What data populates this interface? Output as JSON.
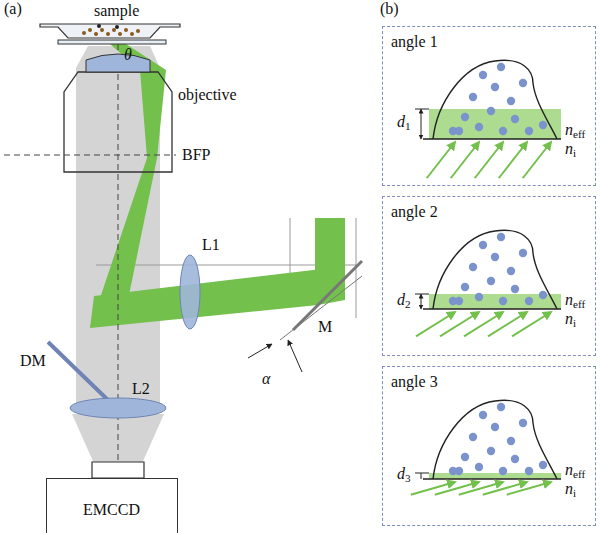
{
  "diagram": {
    "nodes": [
      {
        "text": [
          "EMCCD"
        ]
      },
      {
        "text": [
          "angle 1",
          "d1",
          "neff",
          "ni"
        ]
      },
      {
        "text": [
          "angle 2",
          "d2",
          "neff",
          "ni"
        ]
      },
      {
        "text": [
          "angle 3",
          "d3",
          "neff",
          "ni"
        ]
      }
    ],
    "labels": [
      "(a)",
      "sample",
      "θ",
      "objective",
      "BFP",
      "DM",
      "L1",
      "M",
      "α",
      "L2",
      "(b)"
    ]
  }
}
